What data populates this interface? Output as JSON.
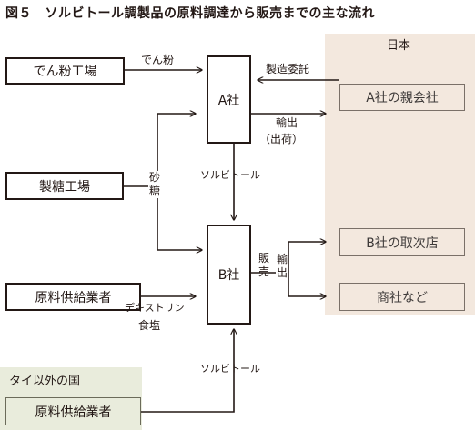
{
  "title": "図５　ソルビトール調製品の原料調達から販売までの主な流れ",
  "regions": {
    "japan": "日本",
    "thailand_other": "タイ以外の国"
  },
  "nodes": {
    "starch_plant": "でん粉工場",
    "sugar_plant": "製糖工場",
    "raw_supplier": "原料供給業者",
    "raw_supplier_foreign": "原料供給業者",
    "company_a": "A社",
    "company_b": "B社",
    "parent_a": "A社の親会社",
    "agent_b": "B社の取次店",
    "trading": "商社など"
  },
  "edge_labels": {
    "starch": "でん粉",
    "consignment": "製造委託",
    "export": "輸出",
    "shipment": "（出荷）",
    "sugar_v": "砂糖",
    "sorbitol_ab": "ソルビトール",
    "sales_v": "販売",
    "export_v": "輸出",
    "dextrin": "デキストリン",
    "salt": "食塩",
    "sorbitol_foreign": "ソルビトール"
  }
}
